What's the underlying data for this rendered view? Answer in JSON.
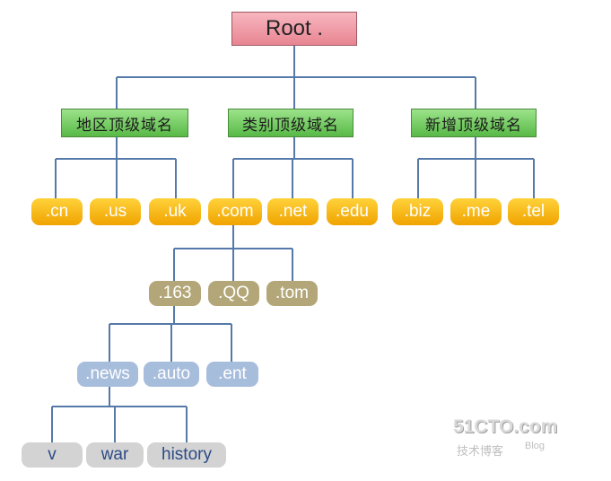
{
  "root": {
    "label": "Root ."
  },
  "categories": [
    {
      "label": "地区顶级域名",
      "children": [
        ".cn",
        ".us",
        ".uk"
      ]
    },
    {
      "label": "类别顶级域名",
      "children": [
        ".com",
        ".net",
        ".edu"
      ]
    },
    {
      "label": "新增顶级域名",
      "children": [
        ".biz",
        ".me",
        ".tel"
      ]
    }
  ],
  "com_children": [
    ".163",
    ".QQ",
    ".tom"
  ],
  "n163_children": [
    ".news",
    ".auto",
    ".ent"
  ],
  "news_children": [
    "v",
    "war",
    "history"
  ],
  "watermark": {
    "main": "51CTO.com",
    "sub": "技术博客",
    "blog": "Blog"
  },
  "colors": {
    "root_fill": "#e88592",
    "category_fill": "#58b947",
    "tld_fill": "#f0a300",
    "second_level_fill": "#b3a779",
    "third_level_fill": "#a7bddc",
    "fourth_level_fill": "#d3d3d3",
    "connector": "#5579a8"
  }
}
